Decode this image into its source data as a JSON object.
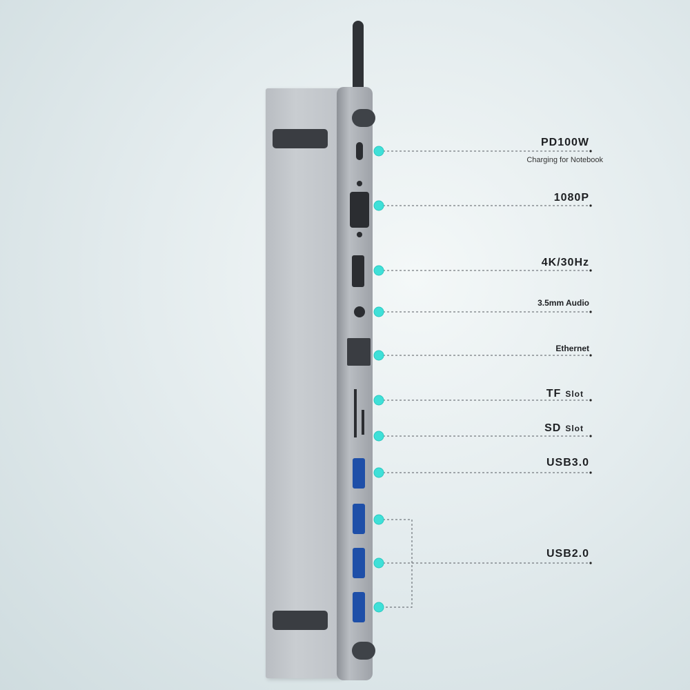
{
  "labels": {
    "pd": {
      "title": "PD100W",
      "sub": "Charging for Notebook"
    },
    "vga": "1080P",
    "hdmi": "4K/30Hz",
    "audio": "3.5mm Audio",
    "ethernet": "Ethernet",
    "tf": {
      "main": "TF",
      "slot": "Slot"
    },
    "sd": {
      "main": "SD",
      "slot": "Slot"
    },
    "usb3": "USB3.0",
    "usb2": "USB2.0"
  },
  "colors": {
    "dot": "#3fe0d8",
    "line": "#555a60",
    "body": "#c3c7cb"
  }
}
